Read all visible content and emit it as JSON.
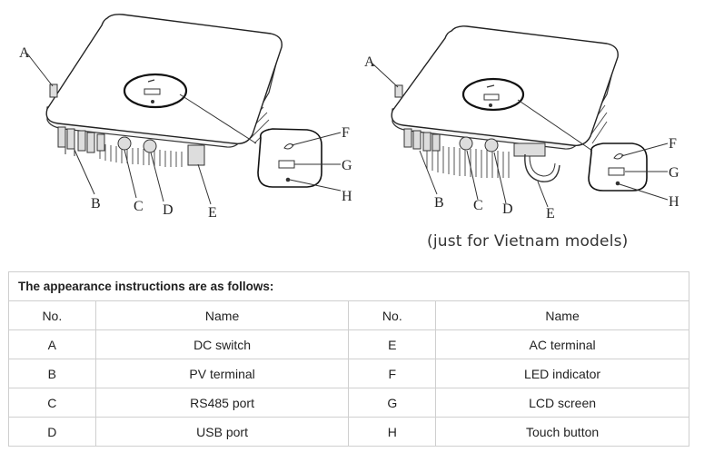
{
  "diagram": {
    "left_labels": [
      "A",
      "B",
      "C",
      "D",
      "E",
      "F",
      "G",
      "H"
    ],
    "right_labels": [
      "A",
      "B",
      "C",
      "D",
      "E",
      "F",
      "G",
      "H"
    ],
    "caption": "(just for Vietnam models)"
  },
  "table": {
    "title": "The appearance instructions are as follows:",
    "headers": [
      "No.",
      "Name",
      "No.",
      "Name"
    ],
    "rows": [
      [
        "A",
        "DC switch",
        "E",
        "AC terminal"
      ],
      [
        "B",
        "PV terminal",
        "F",
        "LED indicator"
      ],
      [
        "C",
        "RS485 port",
        "G",
        "LCD screen"
      ],
      [
        "D",
        "USB port",
        "H",
        "Touch button"
      ]
    ]
  }
}
